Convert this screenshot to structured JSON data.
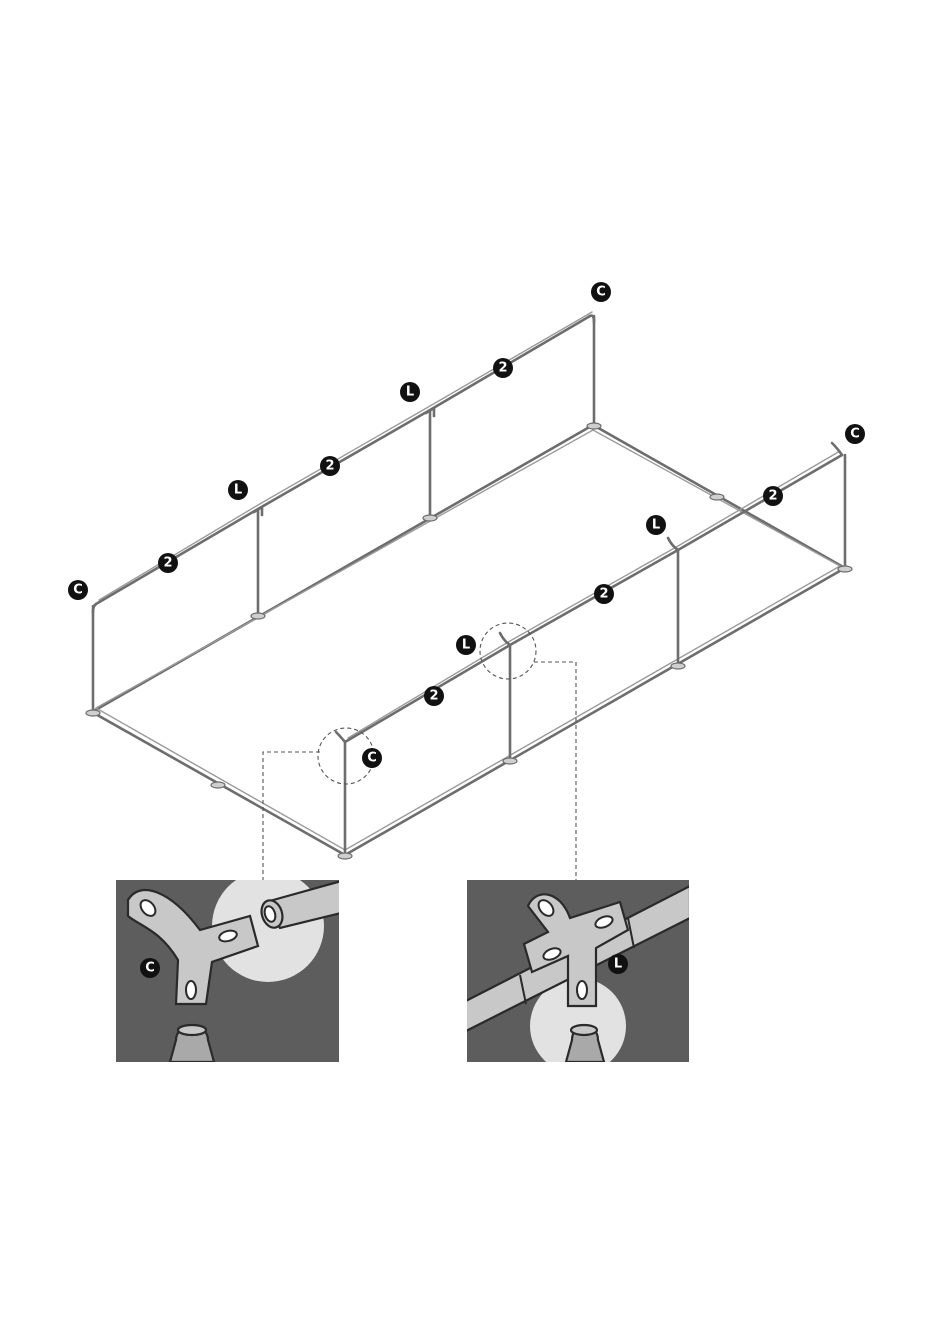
{
  "markers": [
    {
      "id": "c-back-right",
      "label": "C",
      "type": "corner-joint"
    },
    {
      "id": "two-back-1",
      "label": "2",
      "type": "beam"
    },
    {
      "id": "l-back-1",
      "label": "L",
      "type": "t-joint"
    },
    {
      "id": "two-back-2",
      "label": "2",
      "type": "beam"
    },
    {
      "id": "l-back-2",
      "label": "L",
      "type": "t-joint"
    },
    {
      "id": "two-back-3",
      "label": "2",
      "type": "beam"
    },
    {
      "id": "c-back-left",
      "label": "C",
      "type": "corner-joint"
    },
    {
      "id": "c-front-right",
      "label": "C",
      "type": "corner-joint"
    },
    {
      "id": "two-front-1",
      "label": "2",
      "type": "beam"
    },
    {
      "id": "l-front-1",
      "label": "L",
      "type": "t-joint"
    },
    {
      "id": "two-front-2",
      "label": "2",
      "type": "beam"
    },
    {
      "id": "l-front-2",
      "label": "L",
      "type": "t-joint"
    },
    {
      "id": "two-front-3",
      "label": "2",
      "type": "beam"
    },
    {
      "id": "c-front-left",
      "label": "C",
      "type": "corner-joint"
    }
  ],
  "detail_panels": [
    {
      "id": "corner-detail",
      "label": "C",
      "shows": "corner-joint"
    },
    {
      "id": "t-detail",
      "label": "L",
      "shows": "t-joint"
    }
  ],
  "colors": {
    "pipe": "#6d6d6d",
    "panel_background": "#5d5d5d",
    "highlight": "#e2e2e2",
    "marker": "#111111"
  }
}
